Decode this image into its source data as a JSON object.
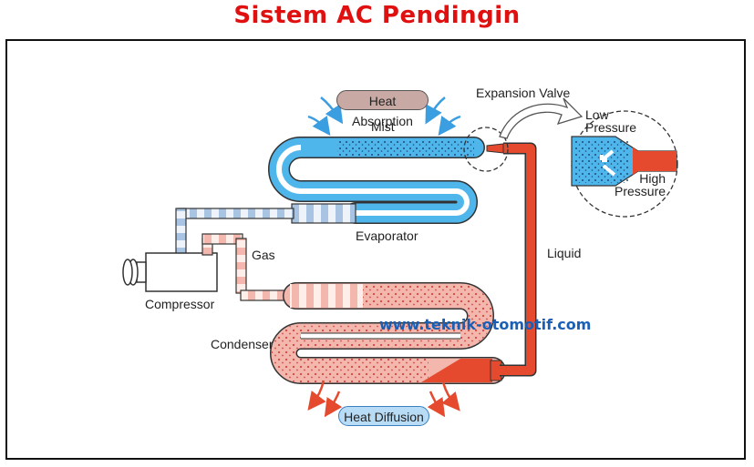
{
  "title": "Sistem AC Pendingin",
  "labels": {
    "heat_absorption": "Heat Absorption",
    "mist": "Mist",
    "expansion_valve": "Expansion Valve",
    "low_pressure": "Low\nPressure",
    "high_pressure": "High\nPressure",
    "evaporator": "Evaporator",
    "gas": "Gas",
    "liquid": "Liquid",
    "compressor": "Compressor",
    "condenser": "Condenser",
    "heat_diffusion": "Heat Diffusion"
  },
  "watermark": "www.teknik-otomotif.com",
  "colors": {
    "title": "#e01010",
    "evaporator_blue": "#4fb6ec",
    "pipe_light_blue": "#a9c4e3",
    "condenser_pink": "#f4b7ae",
    "liquid_red": "#e64a2e",
    "heat_absorption_pill": "#c9a9a4",
    "heat_diffusion_pill": "#b9dcf6",
    "watermark": "#1a5fb4"
  }
}
